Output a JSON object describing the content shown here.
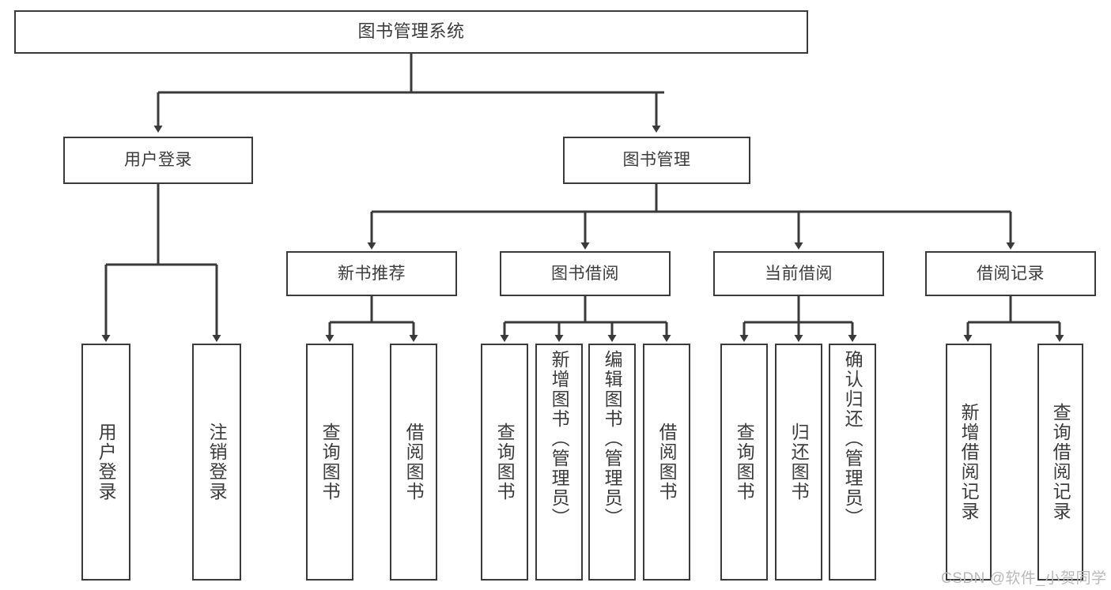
{
  "diagram": {
    "title": "图书管理系统",
    "type": "tree",
    "root": {
      "id": "root",
      "label": "图书管理系统"
    },
    "level2": [
      {
        "id": "user-login",
        "label": "用户登录"
      },
      {
        "id": "book-management",
        "label": "图书管理"
      }
    ],
    "level3": [
      {
        "id": "new-book-recommend",
        "label": "新书推荐"
      },
      {
        "id": "book-borrow",
        "label": "图书借阅"
      },
      {
        "id": "current-borrow",
        "label": "当前借阅"
      },
      {
        "id": "borrow-record",
        "label": "借阅记录"
      }
    ],
    "leaves": [
      {
        "id": "leaf-user-login",
        "label": "用户登录",
        "parent": "用户登录"
      },
      {
        "id": "leaf-user-logout",
        "label": "注销登录",
        "parent": "用户登录"
      },
      {
        "id": "leaf-query-book-rec",
        "label": "查询图书",
        "parent": "新书推荐"
      },
      {
        "id": "leaf-borrow-book-rec",
        "label": "借阅图书",
        "parent": "新书推荐"
      },
      {
        "id": "leaf-query-book-borrow",
        "label": "查询图书",
        "parent": "图书借阅"
      },
      {
        "id": "leaf-add-book",
        "label": "新增图书（管理员）",
        "parent": "图书借阅"
      },
      {
        "id": "leaf-edit-book",
        "label": "编辑图书（管理员）",
        "parent": "图书借阅"
      },
      {
        "id": "leaf-borrow-book",
        "label": "借阅图书",
        "parent": "图书借阅"
      },
      {
        "id": "leaf-query-book-current",
        "label": "查询图书",
        "parent": "当前借阅"
      },
      {
        "id": "leaf-return-book",
        "label": "归还图书",
        "parent": "当前借阅"
      },
      {
        "id": "leaf-confirm-return",
        "label": "确认归还（管理员）",
        "parent": "当前借阅"
      },
      {
        "id": "leaf-add-record",
        "label": "新增借阅记录",
        "parent": "借阅记录"
      },
      {
        "id": "leaf-query-record",
        "label": "查询借阅记录",
        "parent": "借阅记录"
      }
    ],
    "watermark": "CSDN @软件_小贺同学",
    "colors": {
      "border": "#3a3a3a",
      "text": "#3c3c3c",
      "background": "#ffffff",
      "watermark": "#b9b9b9"
    }
  }
}
